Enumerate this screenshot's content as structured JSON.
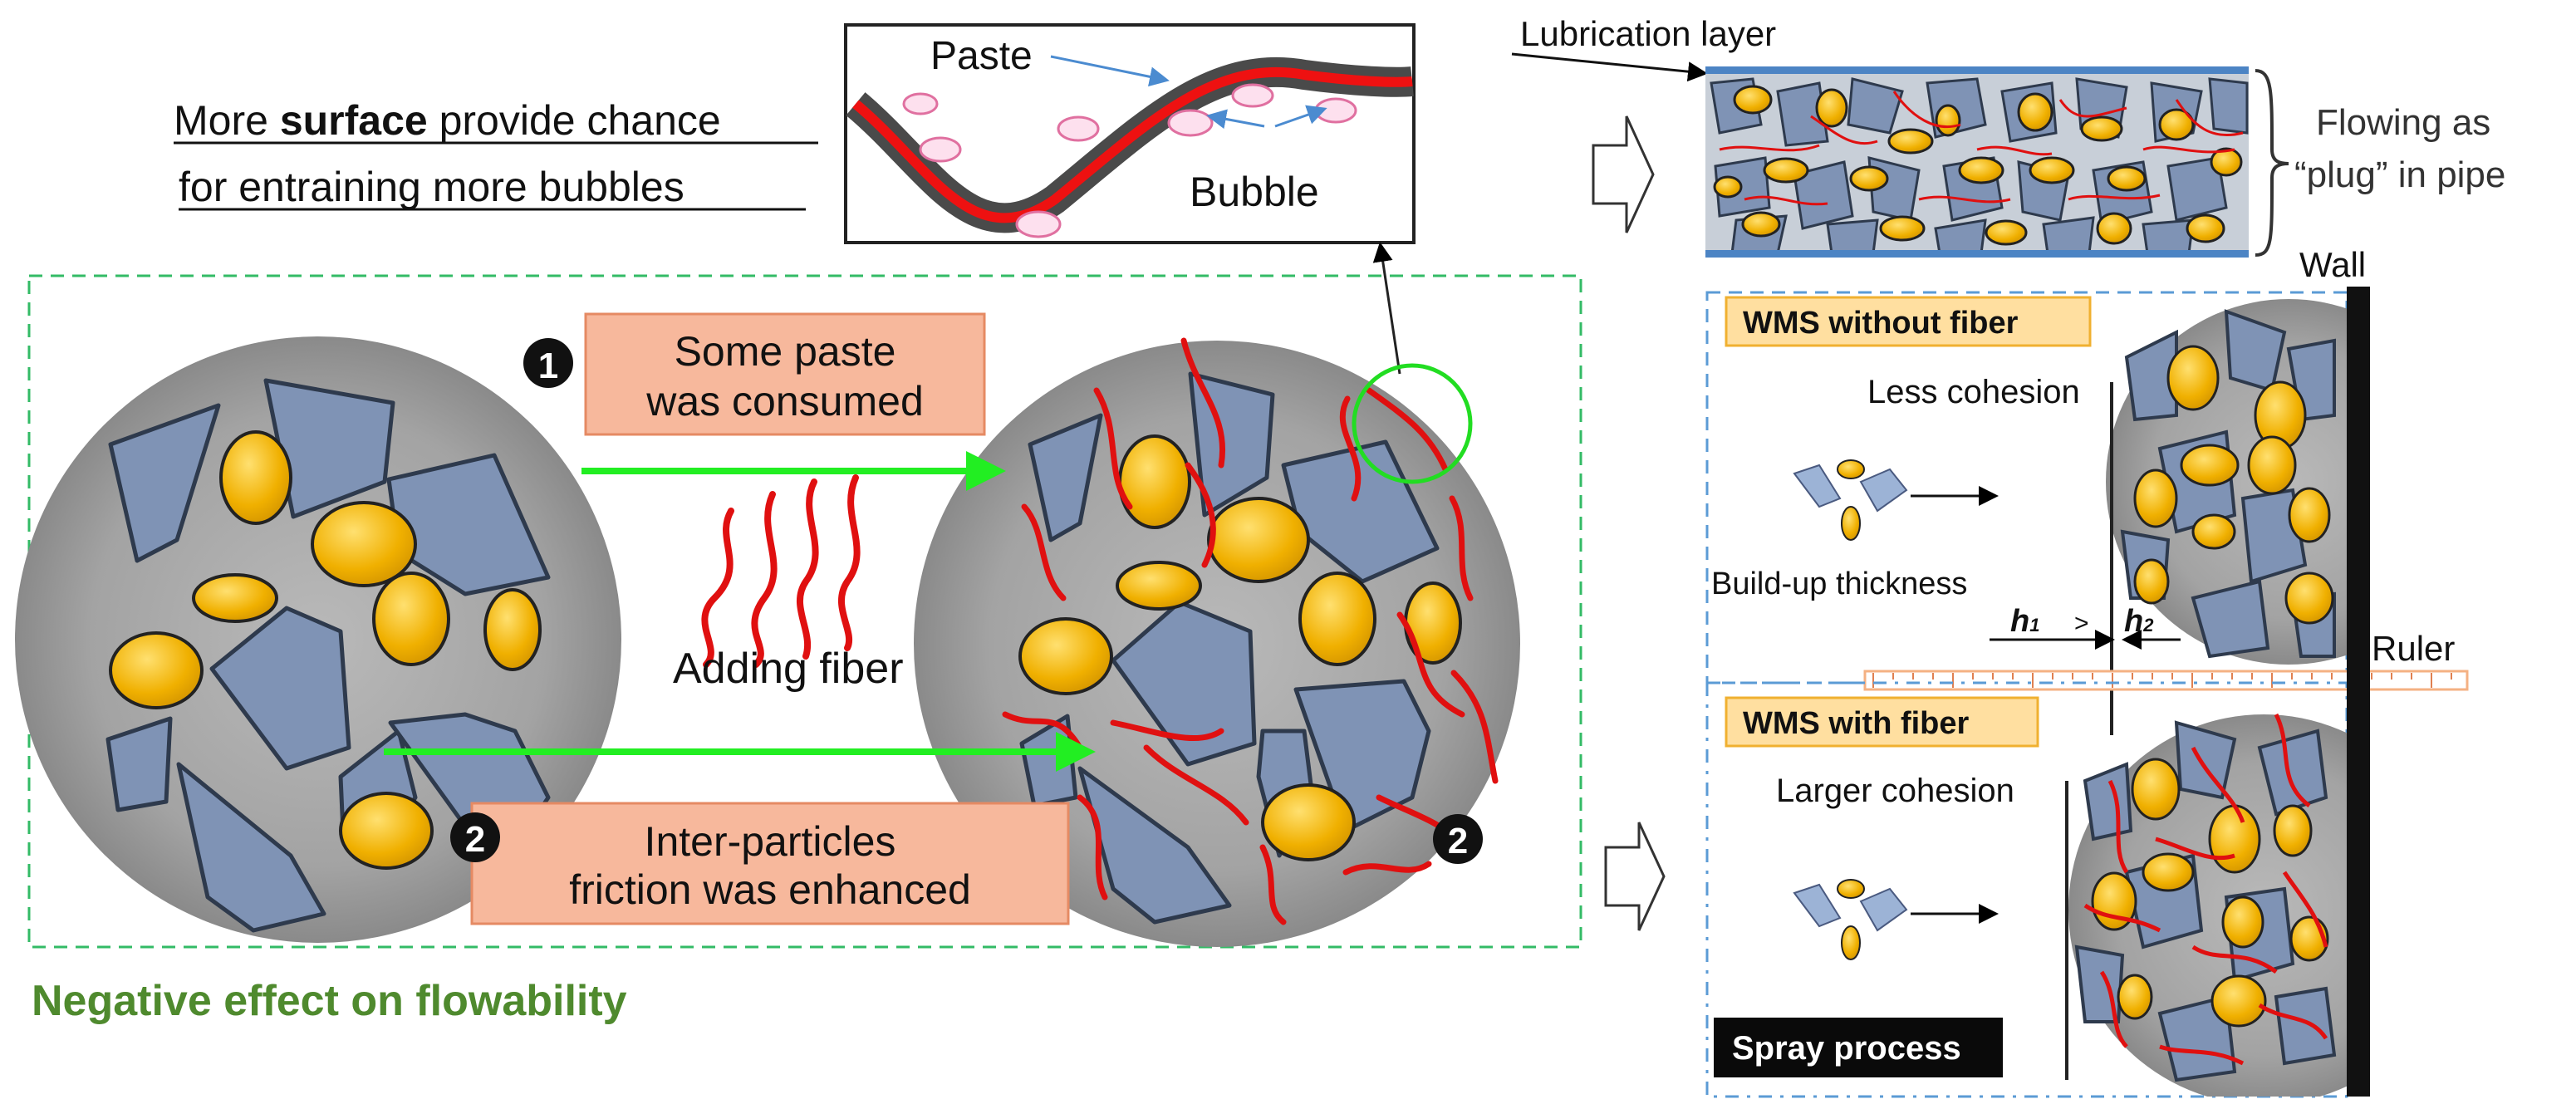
{
  "colors": {
    "grain": "#7f93b5",
    "grain_stroke": "#2e3a4d",
    "agg": "#f2b200",
    "agg_light": "#ffd24a",
    "fiber": "#e01010",
    "green_arrow": "#22ee22",
    "green_dash": "#33bb66",
    "label_box": "#f7b89c",
    "label_box_border": "#e58a63",
    "wms_box": "#ffdfa0",
    "wms_box_border": "#f0b030",
    "blue_dash": "#5b9bd5",
    "neg_text": "#4f8a2e",
    "lub": "#4c84c4",
    "ruler": "#f4b183"
  },
  "top": {
    "caption_line1_pre": "More ",
    "caption_line1_bold": "surface",
    "caption_line1_post": " provide chance",
    "caption_line2": "for entraining more bubbles",
    "inset_paste": "Paste",
    "inset_bubble": "Bubble"
  },
  "left": {
    "step1_num": "1",
    "step1_line1": "Some paste",
    "step1_line2": "was consumed",
    "fiber_label": "Adding fiber",
    "step2_num": "2",
    "step2_num_right": "2",
    "step2_line1": "Inter-particles",
    "step2_line2": "friction was  enhanced",
    "negative": "Negative effect on flowability"
  },
  "pipe": {
    "lubrication": "Lubrication layer",
    "flow_line1": "Flowing as",
    "flow_line2": "“plug” in pipe"
  },
  "spray": {
    "wall": "Wall",
    "wms_without": "WMS without fiber",
    "less_cohesion": "Less cohesion",
    "buildup": "Build-up thickness",
    "h1": "h",
    "h1_sub": "1",
    "gt": ">",
    "h2": "h",
    "h2_sub": "2",
    "ruler": "Ruler",
    "wms_with": "WMS with fiber",
    "larger_cohesion": "Larger cohesion",
    "spray_process": "Spray process"
  }
}
